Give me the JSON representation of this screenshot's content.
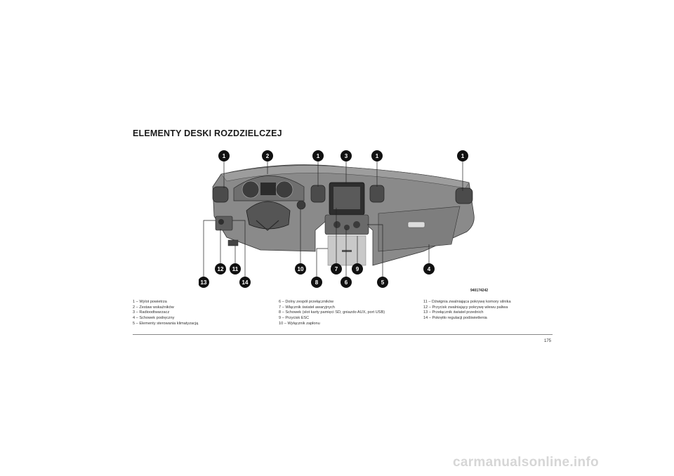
{
  "page": {
    "title": "ELEMENTY DESKI ROZDZIELCZEJ",
    "figure_code": "940174242",
    "page_number": "175",
    "watermark": "carmanualsonline.info"
  },
  "callouts": [
    "1",
    "2",
    "1",
    "3",
    "1",
    "1",
    "12",
    "11",
    "10",
    "7",
    "9",
    "4",
    "13",
    "14",
    "8",
    "6",
    "5"
  ],
  "legend": {
    "col1": [
      "1 – Wylot powietrza",
      "2 – Zestaw wskaźników",
      "3 – Radioodtwarzacz",
      "4 – Schowek podręczny",
      "5 – Elementy sterowania klimatyzacją"
    ],
    "col2": [
      "6 – Dolny zespół przełączników",
      "7 – Włącznik świateł awaryjnych",
      "8 – Schowek (slot karty pamięci SD, gniazdo AUX, port USB)",
      "9 – Przycisk ESC",
      "10 – Wyłącznik zapłonu"
    ],
    "col3": [
      "11 – Dźwignia zwalniająca pokrywę komory silnika",
      "12 – Przycisk zwalniający pokrywę wlewu paliwa",
      "13 – Przełącznik świateł przednich",
      "14 – Pokrętło regulacji podświetlenia"
    ]
  }
}
